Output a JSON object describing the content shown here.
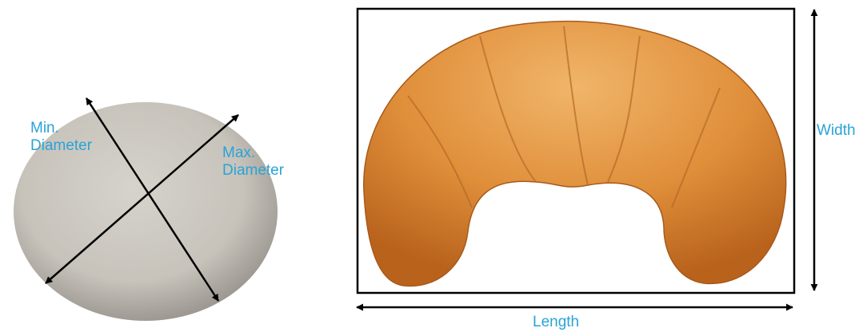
{
  "labels": {
    "min_diameter": "Min.\nDiameter",
    "max_diameter": "Max.\nDiameter",
    "width": "Width",
    "length": "Length"
  },
  "colors": {
    "label_text": "#2aa3d6",
    "arrow": "#000000",
    "disc_fill": "#cbc8c1",
    "croissant_fill": "#d98a3a"
  },
  "icons": {
    "disc": "round-particle-icon",
    "croissant": "croissant-icon"
  }
}
